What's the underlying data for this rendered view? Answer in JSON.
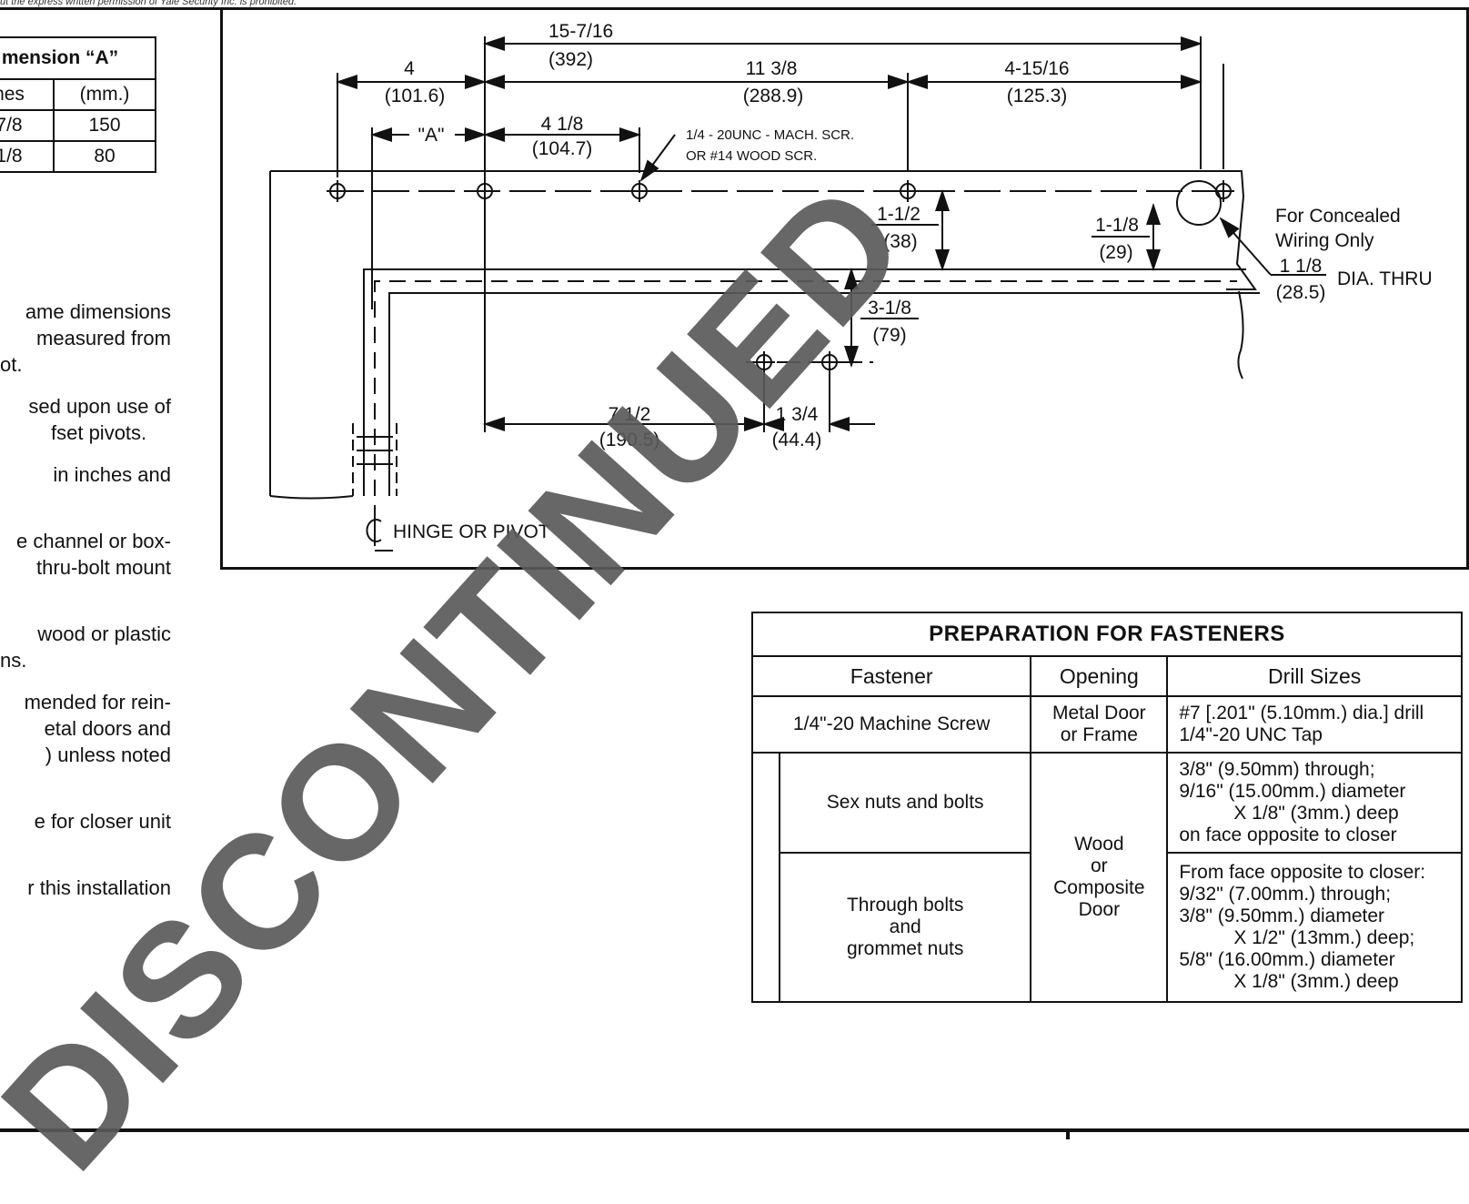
{
  "header": {
    "copyright_fragment": "ut the express written permission of Yale Security Inc. is prohibited."
  },
  "dimension_table": {
    "title": "mension “A”",
    "col_inches": "hes",
    "col_mm": "(mm.)",
    "rows": [
      {
        "inches": "7/8",
        "mm": "150"
      },
      {
        "inches": "1/8",
        "mm": "80"
      }
    ]
  },
  "notes": [
    "ame dimensions",
    "measured from",
    "ot.",
    "sed upon use of",
    "fset pivots.",
    "in  inches  and",
    "e channel or box-",
    "thru-bolt mount",
    "wood or plastic",
    "ns.",
    "mended for rein-",
    "etal  doors  and",
    ")  unless  noted",
    "e for closer unit",
    "r this installation"
  ],
  "drawing": {
    "dims": {
      "d15_7_16": "15-7/16",
      "d392": "(392)",
      "d4": "4",
      "d101_6": "(101.6)",
      "d11_3_8": "11 3/8",
      "d288_9": "(288.9)",
      "d4_15_16": "4-15/16",
      "d125_3": "(125.3)",
      "dA": "\"A\"",
      "d4_1_8": "4 1/8",
      "d104_7": "(104.7)",
      "screw_1": "1/4 - 20UNC - MACH. SCR.",
      "screw_2": "OR #14 WOOD SCR.",
      "d1_1_2": "1-1/2",
      "d38": "(38)",
      "d1_1_8": "1-1/8",
      "d29": "(29)",
      "concealed_1": "For Concealed",
      "concealed_2": "Wiring Only",
      "dia_1_1_8": "1 1/8",
      "dia_28_5": "(28.5)",
      "dia_thru": "DIA. THRU",
      "d3_1_8": "3-1/8",
      "d79": "(79)",
      "d7_1_2": "7 1/2",
      "d190_5": "(190.5)",
      "d1_3_4": "1 3/4",
      "d44_4": "(44.4)",
      "hinge": "HINGE OR PIVOT"
    }
  },
  "fasteners_table": {
    "title": "PREPARATION FOR FASTENERS",
    "headers": [
      "Fastener",
      "Opening",
      "Drill Sizes"
    ],
    "row1": {
      "fastener": "1/4\"-20 Machine Screw",
      "opening_1": "Metal Door",
      "opening_2": "or Frame",
      "drill_1": "#7 [.201\" (5.10mm.) dia.] drill",
      "drill_2": "1/4\"-20 UNC Tap"
    },
    "row2": {
      "fastener": "Sex nuts and bolts",
      "drill_1": "3/8\" (9.50mm) through;",
      "drill_2": "9/16\" (15.00mm.) diameter",
      "drill_3": "X 1/8\" (3mm.) deep",
      "drill_4": "on face opposite to closer"
    },
    "opening_shared": {
      "l1": "Wood",
      "l2": "or",
      "l3": "Composite",
      "l4": "Door"
    },
    "row3": {
      "fastener_1": "Through bolts",
      "fastener_2": "and",
      "fastener_3": "grommet nuts",
      "drill_1": "From face opposite to closer:",
      "drill_2": "9/32\" (7.00mm.) through;",
      "drill_3": "3/8\" (9.50mm.) diameter",
      "drill_4": "X 1/2\" (13mm.) deep;",
      "drill_5": "5/8\" (16.00mm.) diameter",
      "drill_6": "X 1/8\" (3mm.) deep"
    }
  },
  "watermark": "DISCONTINUED"
}
